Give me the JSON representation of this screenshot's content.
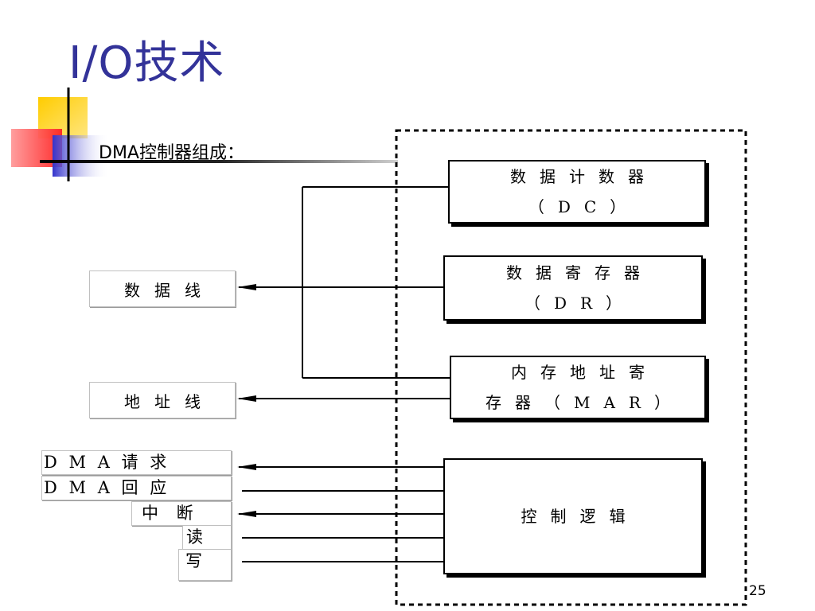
{
  "slide": {
    "title": "I/O技术",
    "heading": "DMA控制器组成：",
    "page_number": "25"
  },
  "registers": {
    "dc": {
      "line1": "数据计数器",
      "line2": "（DC）"
    },
    "dr": {
      "line1": "数据寄存器",
      "line2": "（DR）"
    },
    "mar": {
      "line1": "内存地址寄",
      "line2": "存器（MAR）"
    },
    "control": {
      "label": "控制逻辑"
    }
  },
  "buses": {
    "data_line": "数据线",
    "address_line": "地址线"
  },
  "signals": {
    "dma_request": "D M A 请 求",
    "dma_ack": "D M A 回 应",
    "interrupt": "中 断",
    "read": "读",
    "write": "写"
  },
  "colors": {
    "title": "#333399",
    "bullet_yellow": "#ffcc00",
    "bullet_red": "#ff3333",
    "bullet_blue": "#3333cc"
  }
}
